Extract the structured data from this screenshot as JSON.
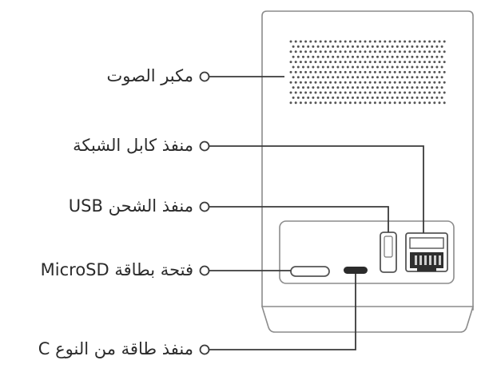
{
  "diagram": {
    "labels": [
      {
        "id": "speaker",
        "text": "مكبر الصوت"
      },
      {
        "id": "ethernet",
        "text": "منفذ كابل الشبكة"
      },
      {
        "id": "usb",
        "text": "منفذ الشحن USB"
      },
      {
        "id": "microsd",
        "text": "فتحة بطاقة MicroSD"
      },
      {
        "id": "power",
        "text": "منفذ طاقة من النوع C"
      }
    ],
    "colors": {
      "line": "#3a3a3a",
      "device_outline": "#8c8c8c",
      "speaker_dots": "#555555",
      "text": "#2b2b2b"
    }
  }
}
